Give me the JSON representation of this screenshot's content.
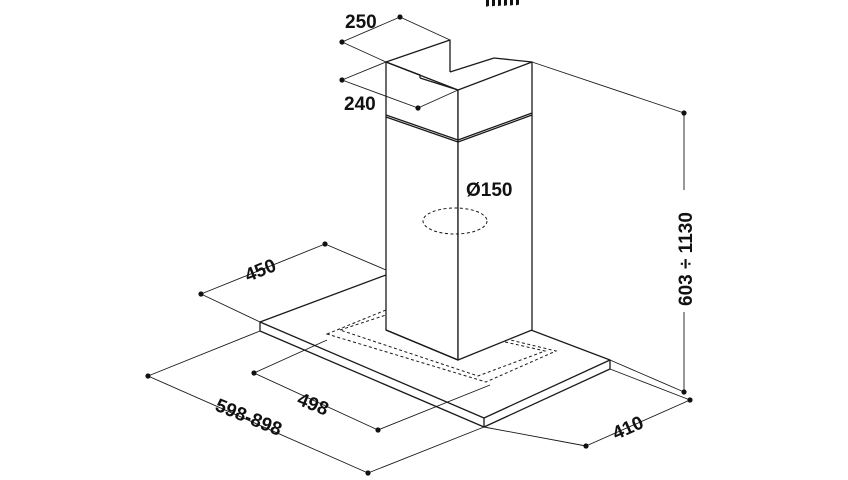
{
  "dimensions": {
    "chimney_width": "250",
    "chimney_depth": "240",
    "duct_diameter": "Ø150",
    "height_range": "603 ÷ 1130",
    "canopy_depth": "450",
    "inner_width": "498",
    "overall_width": "598-898",
    "overall_depth": "410"
  }
}
